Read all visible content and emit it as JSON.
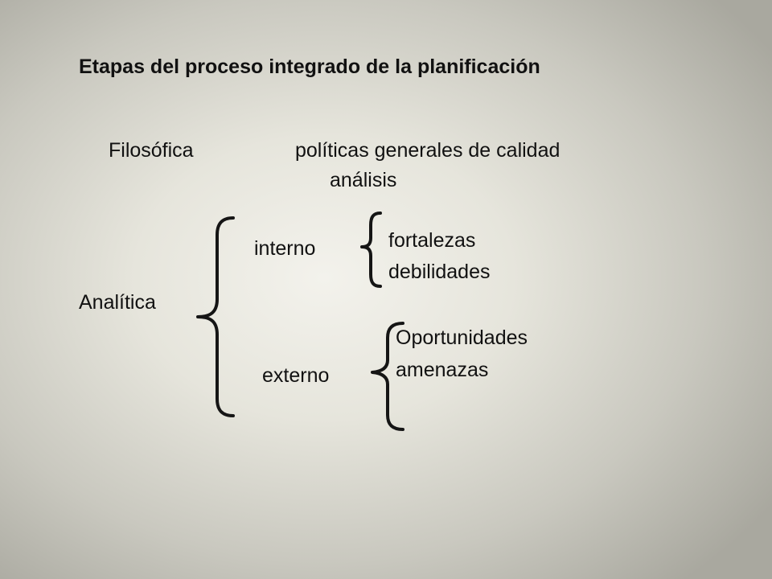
{
  "title": "Etapas del proceso integrado de la planificación",
  "stages": {
    "filosofica": {
      "label": "Filosófica",
      "description": "políticas generales de calidad"
    },
    "analysis_label": "análisis",
    "analitica": {
      "label": "Analítica",
      "interno": {
        "label": "interno",
        "items": [
          "fortalezas",
          "debilidades"
        ]
      },
      "externo": {
        "label": "externo",
        "items": [
          "Oportunidades",
          "amenazas"
        ]
      }
    }
  }
}
